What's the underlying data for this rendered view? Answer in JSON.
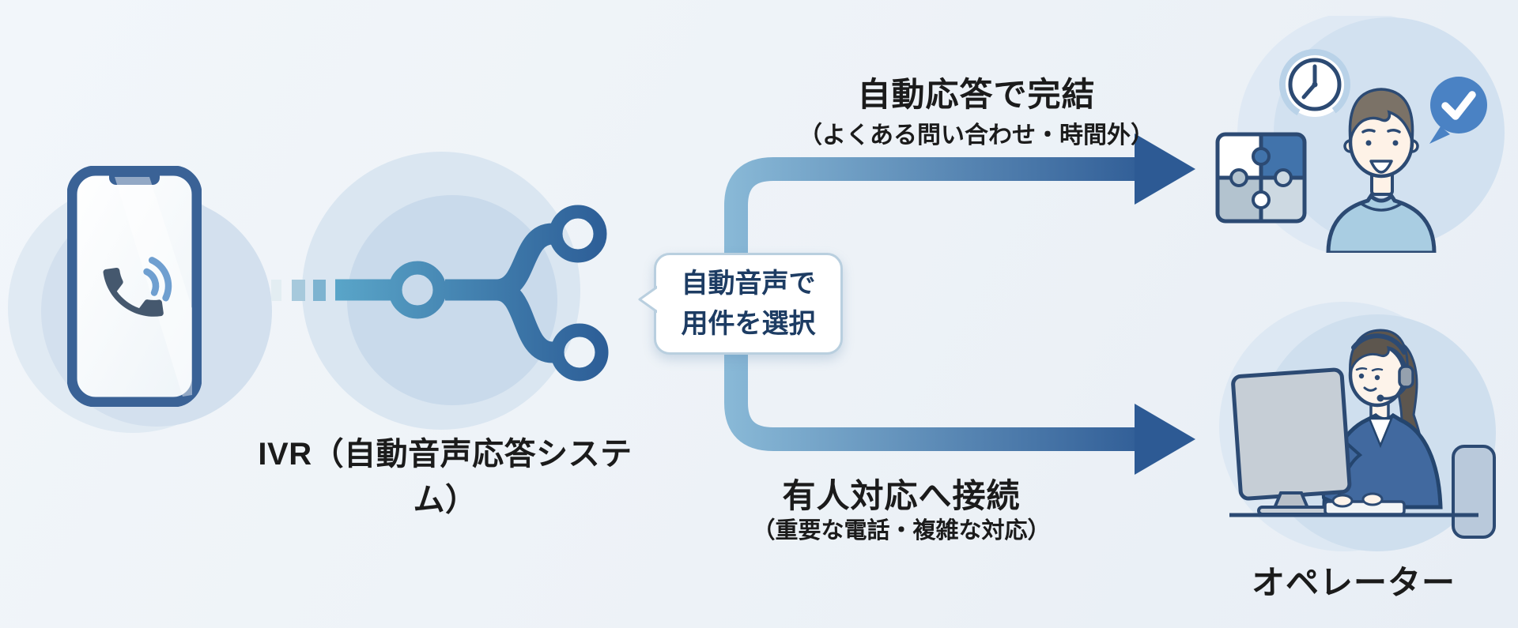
{
  "colors": {
    "background": "#edf2f7",
    "accent_dark": "#2d5a94",
    "accent_mid": "#4a8fba",
    "accent_light": "#a9c9e2",
    "outline_navy": "#2c4a73",
    "text_dark": "#1b1b1b",
    "bubble_text": "#1d3c63",
    "bubble_border": "#b9cfdf"
  },
  "caller": {
    "icon": "smartphone-call-icon"
  },
  "connector": {
    "icon": "dashed-signal-icon"
  },
  "ivr": {
    "icon": "call-branch-icon",
    "label": "IVR（自動音声応答システム）"
  },
  "bubble": {
    "line1": "自動音声で",
    "line2": "用件を選択"
  },
  "routes": {
    "auto": {
      "title": "自動応答で完結",
      "subtitle": "（よくある問い合わせ・時間外）",
      "icons": [
        "clock-icon",
        "puzzle-icon",
        "check-badge-icon",
        "customer-man-illustration"
      ]
    },
    "human": {
      "title": "有人対応へ接続",
      "subtitle": "（重要な電話・複雑な対応）",
      "label": "オペレーター",
      "icons": [
        "operator-woman-illustration",
        "monitor-icon",
        "headset-icon",
        "keyboard-icon"
      ]
    }
  }
}
